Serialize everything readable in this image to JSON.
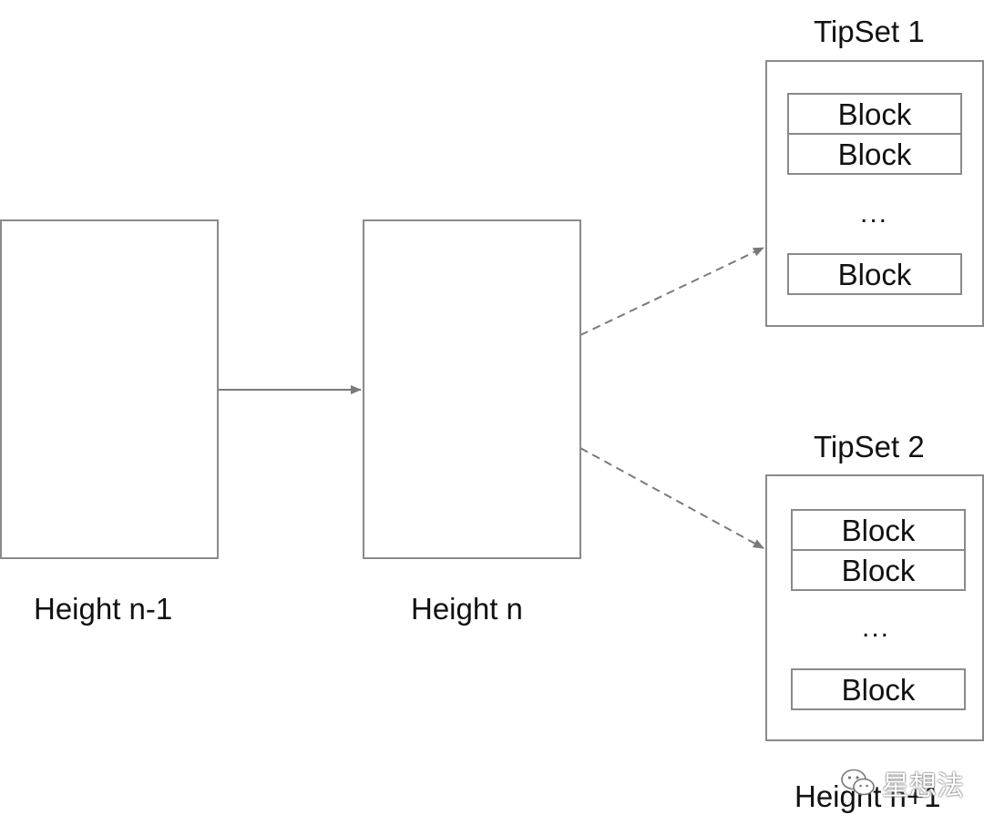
{
  "nodes": {
    "height_n_minus_1": {
      "label": "Height n-1"
    },
    "height_n": {
      "label": "Height n"
    },
    "height_n_plus_1": {
      "label": "Height n+1"
    }
  },
  "tipsets": [
    {
      "title": "TipSet 1",
      "blocks": [
        "Block",
        "Block",
        "Block"
      ],
      "ellipsis": "..."
    },
    {
      "title": "TipSet 2",
      "blocks": [
        "Block",
        "Block",
        "Block"
      ],
      "ellipsis": "..."
    }
  ],
  "watermark": {
    "text": "星想法",
    "icon": "wechat-icon"
  },
  "colors": {
    "stroke": "#8a8a8a",
    "arrow": "#7a7a7a",
    "text": "#111111"
  }
}
